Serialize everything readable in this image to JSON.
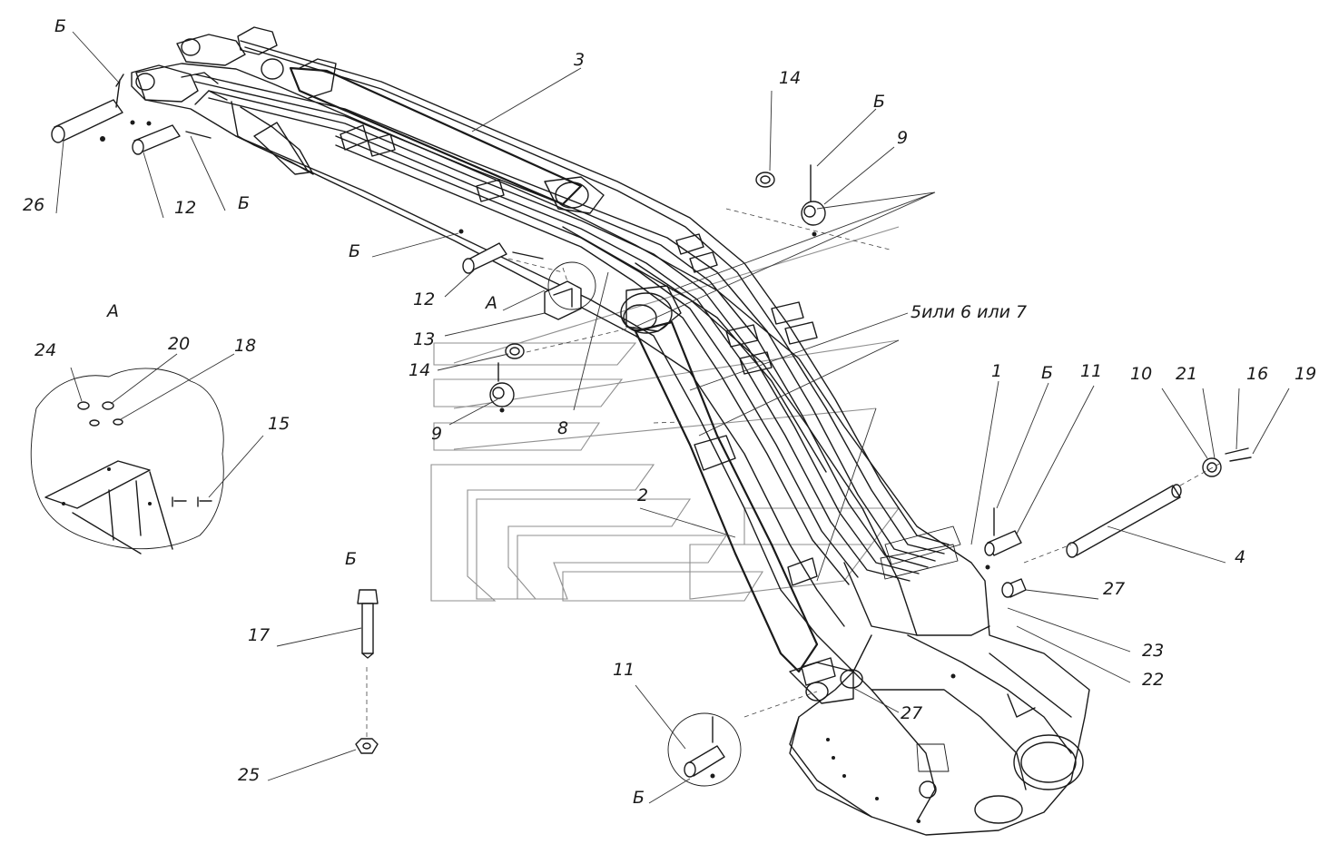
{
  "labels": {
    "b_top_left": "Б",
    "n26": "26",
    "n12_top": "12",
    "b_left_pin": "Б",
    "n3": "3",
    "n14_top": "14",
    "b_right_top": "Б",
    "n9_top": "9",
    "b_mid": "Б",
    "n12_mid": "12",
    "a_view": "А",
    "a_ref": "А",
    "n13": "13",
    "n14_mid": "14",
    "n9_mid": "9",
    "n8": "8",
    "n5_6_7": "5или 6 или 7",
    "n24": "24",
    "n20": "20",
    "n18": "18",
    "n15": "15",
    "n1": "1",
    "b_right": "Б",
    "n11_right": "11",
    "n10": "10",
    "n21": "21",
    "n16": "16",
    "n19": "19",
    "n2": "2",
    "n4": "4",
    "n27_right": "27",
    "n23": "23",
    "n22": "22",
    "b_bolt": "Б",
    "n17": "17",
    "n27_bottom": "27",
    "n11_bottom": "11",
    "n25": "25",
    "b_bottom": "Б"
  }
}
